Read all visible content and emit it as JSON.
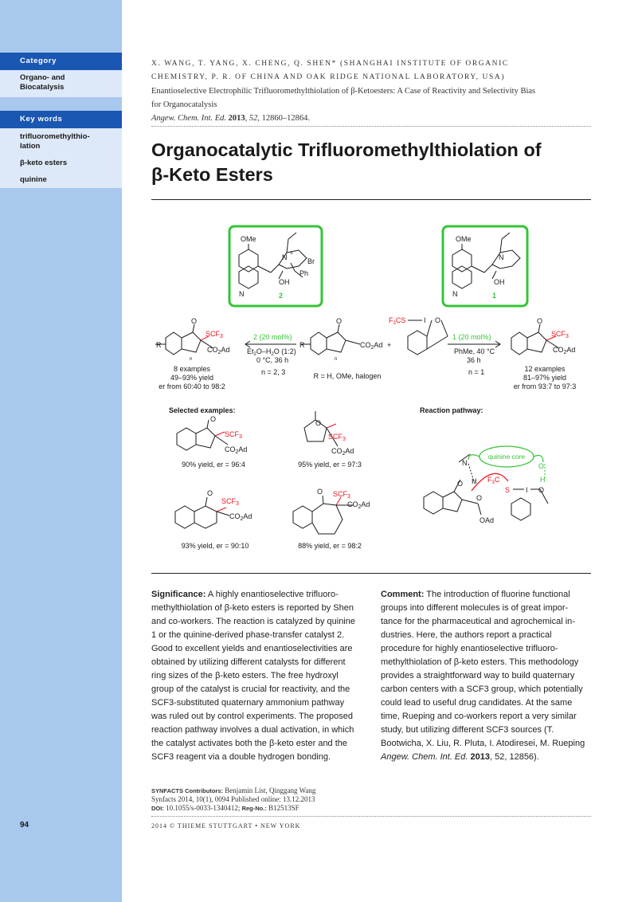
{
  "sidebar": {
    "category_header": "Category",
    "category_value_line1": "Organo- and",
    "category_value_line2": "Biocatalysis",
    "keywords_header": "Key words",
    "keywords": [
      {
        "line1": "trifluoromethylthio-",
        "line2": "lation"
      },
      {
        "line1": "β-keto esters",
        "line2": ""
      },
      {
        "line1": "quinine",
        "line2": ""
      }
    ],
    "page_number": "94"
  },
  "citation": {
    "authors_line1": "X. WANG, T. YANG, X. CHENG, Q. SHEN* (SHANGHAI INSTITUTE OF ORGANIC",
    "authors_line2": "CHEMISTRY, P. R. OF CHINA AND OAK RIDGE NATIONAL LABORATORY, USA)",
    "paper_title_line1": "Enantioselective Electrophilic Trifluoromethylthiolation of β-Ketoesters: A Case of Reactivity and Selectivity Bias",
    "paper_title_line2": "for Organocatalysis",
    "journal": "Angew. Chem. Int. Ed.",
    "year": "2013",
    "volume": "52",
    "pages": ", 12860–12864."
  },
  "title_line1": "Organocatalytic Trifluoromethylthiolation of",
  "title_line2": "β-Keto Esters",
  "scheme": {
    "ome": "OMe",
    "n_plus": "N",
    "br": "Br",
    "ph": "Ph",
    "oh": "OH",
    "n_ring": "N",
    "cat2_num": "2",
    "cat1_num": "1",
    "scf3": "SCF",
    "co2ad": "CO",
    "ad": "Ad",
    "r": "R",
    "n_sub": "n",
    "o": "O",
    "f3cs": "F",
    "i": "I",
    "plus": "+",
    "cond_left_cat": "2 (20 mol%)",
    "cond_left_1": "Et",
    "cond_left_1b": "O–H",
    "cond_left_1c": "O (1:2)",
    "cond_left_2": "0 °C, 36 h",
    "cond_left_3": "n = 2, 3",
    "cond_right_cat": "1 (20 mol%)",
    "cond_right_1": "PhMe, 40 °C",
    "cond_right_2": "36 h",
    "cond_right_3": "n = 1",
    "left_summary": [
      "8 examples",
      "49–93% yield",
      "er from 60:40 to 98:2"
    ],
    "right_summary": [
      "12 examples",
      "81–97% yield",
      "er from 93:7 to 97:3"
    ],
    "r_def": "R = H, OMe, halogen",
    "selected_examples": "Selected examples:",
    "reaction_pathway": "Reaction pathway:",
    "ex1": "90% yield, er = 96:4",
    "ex2": "95% yield, er = 97:3",
    "ex3": "93% yield, er = 90:10",
    "ex4": "88% yield, er = 98:2",
    "quinine_core": "quinine core",
    "h": "H",
    "oad": "OAd",
    "s": "S",
    "f3c": "F",
    "colors": {
      "red": "#e8141b",
      "green": "#36c437",
      "black": "#1a1a1a"
    }
  },
  "significance": {
    "label": "Significance:",
    "text": " A highly enantioselective trifluoro­methylthiolation of β-keto esters is reported by Shen and co-workers. The reaction is catalyzed by quinine 1 or the quinine-derived phase-transfer catalyst 2. Good to excellent yields and enantio­selectivities are obtained by utilizing different cata­lysts for different ring sizes of the β-keto esters. The free hydroxyl group of the catalyst is crucial for reactivity, and the SCF3-substituted quaterna­ry ammonium pathway was ruled out by control experiments. The proposed reaction pathway in­volves a dual activation, in which the catalyst acti­vates both the β-keto ester and the SCF3 reagent via a double hydrogen bonding."
  },
  "comment": {
    "label": "Comment:",
    "text": " The introduction of fluorine functional groups into different molecules is of great impor­tance for the pharmaceutical and agrochemical in­dustries. Here, the authors report a practical procedure for highly enantioselective trifluoro­methylthiolation of β-keto esters. This methodolo­gy provides a straightforward way to build quater­nary carbon centers with a SCF3 group, which potentially could lead to useful drug candidates. At the same time, Rueping and co-workers report a very similar study, but utilizing different SCF3 sources (T. Bootwicha, X. Liu, R. Pluta, I. Atodire­sei, M. Rueping ",
    "ref_journal": "Angew. Chem. Int. Ed.",
    "ref_year": "2013",
    "ref_rest": ", 52, 12856)."
  },
  "contributors": {
    "label": "SYNFACTS Contributors:",
    "names": " Benjamin List, Qinggang Wang",
    "line2": "Synfacts 2014, 10(1), 0094     Published online: 13.12.2013",
    "doi_label": "DOI:",
    "doi": " 10.1055/s-0033-1340412; ",
    "reg_label": "Reg-No.:",
    "reg": " B12513SF"
  },
  "footer": "2014 © THIEME STUTTGART • NEW YORK"
}
